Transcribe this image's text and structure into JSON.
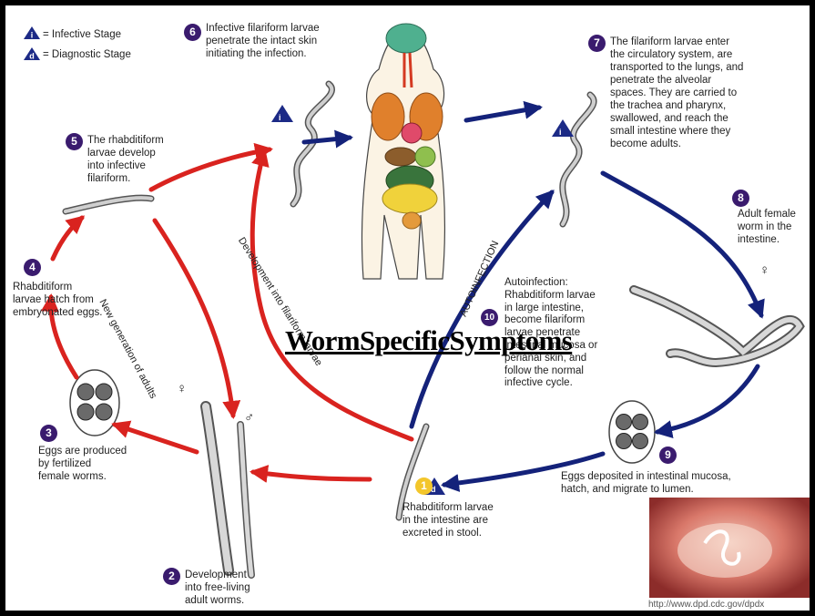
{
  "legend": {
    "infective_symbol": "i",
    "infective_label": "= Infective Stage",
    "diagnostic_symbol": "d",
    "diagnostic_label": "= Diagnostic Stage"
  },
  "steps": [
    {
      "number": "1",
      "text": [
        "Rhabditiform larvae",
        "in the intestine are",
        "excreted in stool."
      ]
    },
    {
      "number": "2",
      "text": [
        "Development",
        "into free-living",
        "adult worms."
      ]
    },
    {
      "number": "3",
      "text": [
        "Eggs are produced",
        "by fertilized",
        "female worms."
      ]
    },
    {
      "number": "4",
      "text": [
        "Rhabditiform",
        "larvae hatch from",
        "embryonated eggs."
      ]
    },
    {
      "number": "5",
      "text": [
        "The rhabditiform",
        "larvae develop",
        "into infective",
        "filariform."
      ]
    },
    {
      "number": "6",
      "text": [
        "Infective filariform larvae",
        "penetrate the intact skin",
        "initiating the infection."
      ]
    },
    {
      "number": "7",
      "text": [
        "The filariform larvae enter",
        "the circulatory system, are",
        "transported to the lungs, and",
        "penetrate the alveolar",
        "spaces.  They are carried to",
        "the trachea and pharynx,",
        "swallowed, and reach the",
        "small intestine where they",
        "become adults."
      ]
    },
    {
      "number": "8",
      "text": [
        "Adult female",
        "worm in the",
        "intestine."
      ]
    },
    {
      "number": "9",
      "text": [
        "Eggs deposited in intestinal mucosa,",
        "hatch, and migrate to lumen."
      ]
    },
    {
      "number": "10",
      "text": [
        "Autoinfection:",
        "Rhabditiform larvae",
        "in large intestine,",
        "become filariform",
        "larvae penetrate",
        "intestinal mucosa or",
        "perianal skin, and",
        "follow the normal",
        "infective cycle."
      ]
    }
  ],
  "arrow_labels": {
    "new_generation": "New generation of adults",
    "development_filariform": "Development into filariform larvae",
    "autoinfection": "AUTOINFECTION"
  },
  "symbols": {
    "female": "♀",
    "male": "♂"
  },
  "overlay_title": "WormSpecificSymptoms",
  "source_url": "http://www.dpd.cdc.gov/dpdx",
  "colors": {
    "free_living_cycle": "#d9231f",
    "parasitic_cycle": "#14227a",
    "step_badge": "#3a1b6e",
    "step_badge_highlight": "#f3c62b",
    "stage_triangle": "#1c2a86"
  }
}
